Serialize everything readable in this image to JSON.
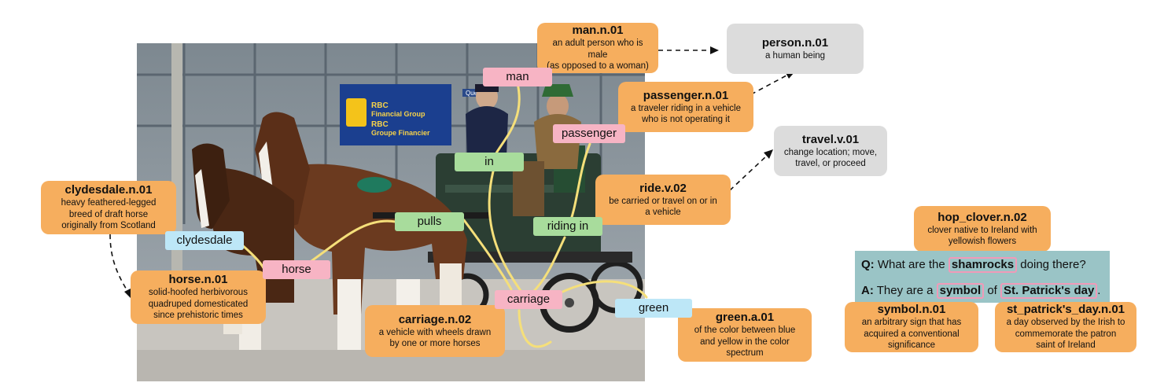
{
  "photo": {
    "sign_line1": "RBC",
    "sign_line2": "Financial Group",
    "sign_line3": "RBC",
    "sign_line4": "Groupe Financier",
    "street": "Queen"
  },
  "nodes": {
    "man": "man",
    "passenger": "passenger",
    "in": "in",
    "riding_in": "riding in",
    "pulls": "pulls",
    "horse": "horse",
    "carriage": "carriage",
    "clydesdale": "clydesdale",
    "green": "green"
  },
  "synsets": {
    "man": {
      "title": "man.n.01",
      "desc": [
        "an adult person who is male",
        "(as opposed to a woman)"
      ]
    },
    "person": {
      "title": "person.n.01",
      "desc": [
        "a human being"
      ]
    },
    "passenger": {
      "title": "passenger.n.01",
      "desc": [
        "a traveler riding in a vehicle",
        "who is not operating it"
      ]
    },
    "travel": {
      "title": "travel.v.01",
      "desc": [
        "change location; move,",
        "travel, or proceed"
      ]
    },
    "ride": {
      "title": "ride.v.02",
      "desc": [
        "be carried or travel on or in",
        "a vehicle"
      ]
    },
    "clydesdale": {
      "title": "clydesdale.n.01",
      "desc": [
        "heavy feathered-legged",
        "breed of draft horse",
        "originally from Scotland"
      ]
    },
    "horse": {
      "title": "horse.n.01",
      "desc": [
        "solid-hoofed herbivorous",
        "quadruped domesticated",
        "since prehistoric times"
      ]
    },
    "carriage": {
      "title": "carriage.n.02",
      "desc": [
        "a vehicle with wheels drawn",
        "by one or more horses"
      ]
    },
    "green": {
      "title": "green.a.01",
      "desc": [
        "of the color between blue",
        "and yellow in the color",
        "spectrum"
      ]
    },
    "hop_clover": {
      "title": "hop_clover.n.02",
      "desc": [
        "clover native to Ireland with",
        "yellowish flowers"
      ]
    },
    "symbol": {
      "title": "symbol.n.01",
      "desc": [
        "an arbitrary sign that has",
        "acquired a conventional",
        "significance"
      ]
    },
    "st_patricks": {
      "title": "st_patrick's_day.n.01",
      "desc": [
        "a day observed by the Irish to",
        "commemorate the patron",
        "saint of Ireland"
      ]
    }
  },
  "qa": {
    "q_label": "Q:",
    "q_before": "What are the",
    "q_highlight": "shamrocks",
    "q_after": "doing there?",
    "a_label": "A:",
    "a_before": "They are a",
    "a_highlight1": "symbol",
    "a_mid": "of",
    "a_highlight2": "St. Patrick's day",
    "a_after": "."
  },
  "colors": {
    "synset_box": "#f6ae5e",
    "hypernym_box": "#dcdcdc",
    "object_node": "#f7b4c4",
    "relation_node": "#a8dc9c",
    "attribute_node": "#bde7f7",
    "edge": "#f5df7a",
    "qa_background": "#9ac4c6",
    "qa_highlight_border": "#f09ab8"
  }
}
